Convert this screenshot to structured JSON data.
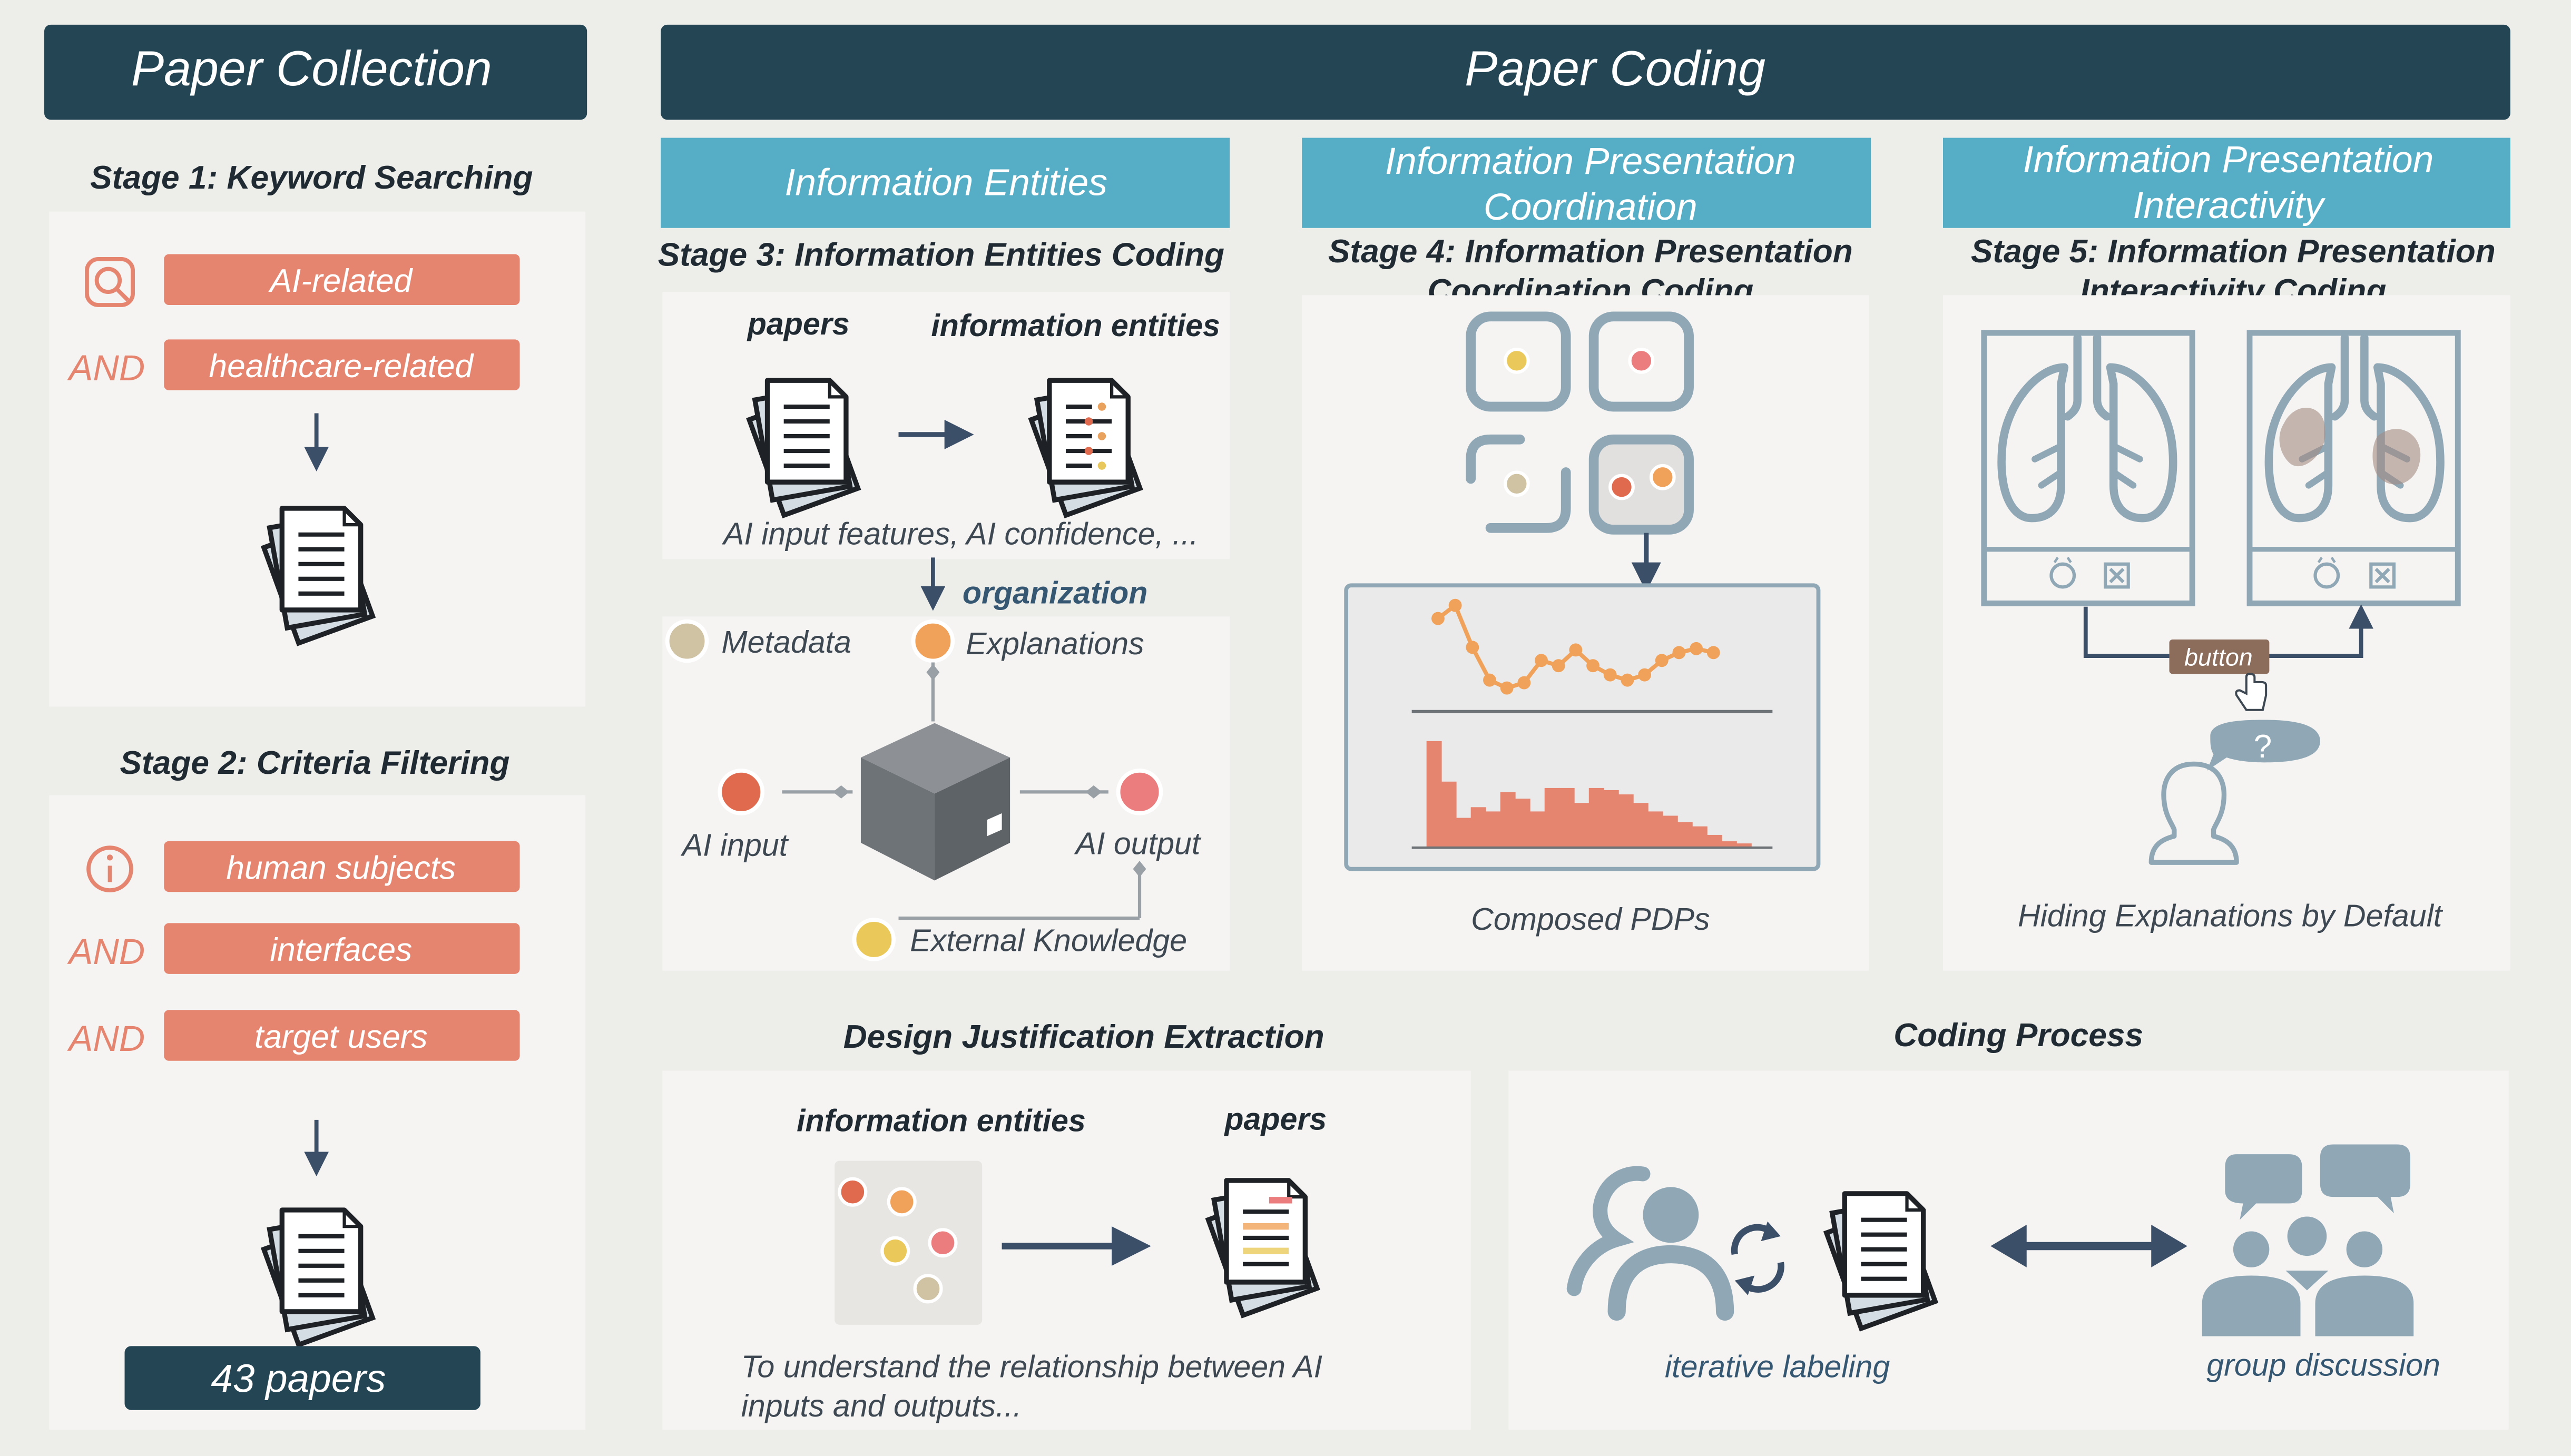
{
  "headers": {
    "collection": "Paper Collection",
    "coding": "Paper Coding"
  },
  "stage1": {
    "title": "Stage 1: Keyword Searching",
    "keyword1": "AI-related",
    "and": "AND",
    "keyword2": "healthcare-related"
  },
  "stage2": {
    "title": "Stage 2: Criteria Filtering",
    "criteria1": "human subjects",
    "criteria2": "interfaces",
    "criteria3": "target users",
    "and": "AND",
    "result": "43 papers"
  },
  "entities": {
    "tab": "Information Entities",
    "title": "Stage 3: Information Entities Coding",
    "papers": "papers",
    "info_entities": "information entities",
    "examples": "AI input features, AI confidence, ...",
    "organization": "organization",
    "metadata": "Metadata",
    "explanations": "Explanations",
    "ai_input": "AI input",
    "ai_output": "AI output",
    "external": "External Knowledge"
  },
  "coordination": {
    "tab_line1": "Information Presentation",
    "tab_line2": "Coordination",
    "title_line1": "Stage 4: Information Presentation",
    "title_line2": "Coordination Coding",
    "caption": "Composed PDPs",
    "line_series": [
      1.32,
      1.52,
      0.88,
      0.38,
      0.26,
      0.34,
      0.68,
      0.6,
      0.84,
      0.6,
      0.46,
      0.38,
      0.46,
      0.68,
      0.8,
      0.86,
      0.8
    ],
    "hist_series": [
      1.0,
      0.62,
      0.28,
      0.38,
      0.34,
      0.52,
      0.46,
      0.34,
      0.56,
      0.56,
      0.42,
      0.56,
      0.54,
      0.5,
      0.42,
      0.34,
      0.3,
      0.24,
      0.2,
      0.12,
      0.06,
      0.04
    ]
  },
  "interactivity": {
    "tab_line1": "Information Presentation",
    "tab_line2": "Interactivity",
    "title_line1": "Stage 5: Information Presentation",
    "title_line2": "Interactivity Coding",
    "button": "button",
    "question": "?",
    "caption": "Hiding Explanations by Default"
  },
  "justification": {
    "title": "Design Justification Extraction",
    "info_entities": "information entities",
    "papers": "papers",
    "caption_line1": "To understand the relationship between AI",
    "caption_line2": "inputs and outputs..."
  },
  "process": {
    "title": "Coding Process",
    "iterative": "iterative labeling",
    "group": "group discussion"
  },
  "colors": {
    "dark": "#244553",
    "teal": "#55aec6",
    "salmon": "#e58570",
    "navy": "#3c4f68",
    "card": "#f5f4f3",
    "bg": "#ededea",
    "gray_blue": "#90a8b6"
  }
}
